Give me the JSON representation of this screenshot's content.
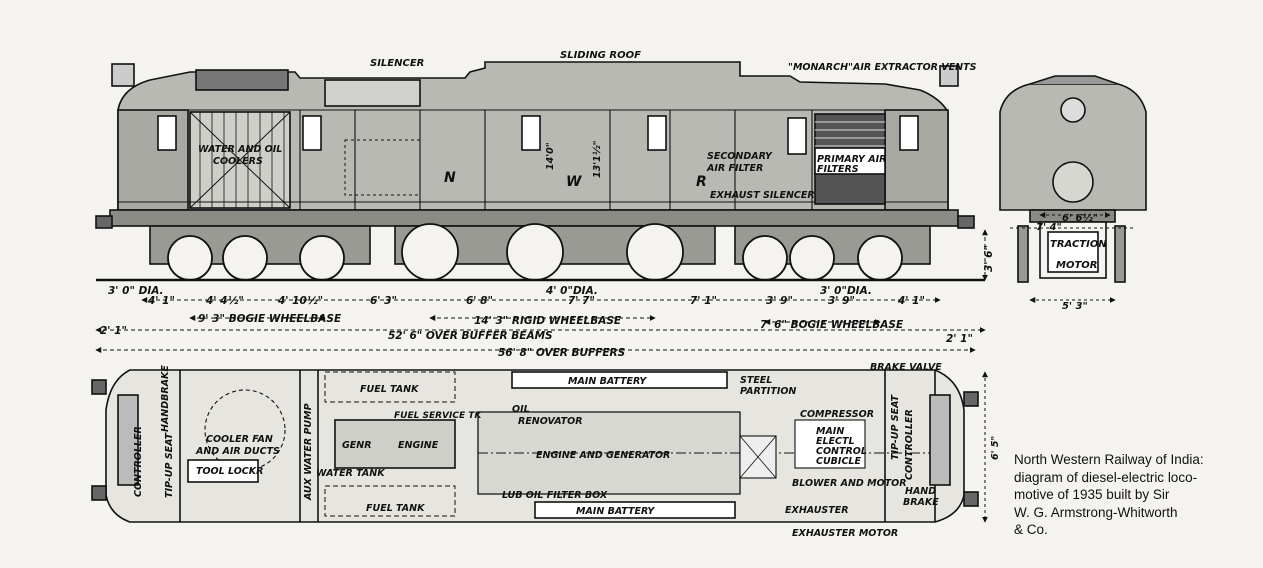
{
  "side_view": {
    "labels": {
      "silencer": "SILENCER",
      "sliding_roof": "SLIDING ROOF",
      "extractor_vent": "\"MONARCH\"AIR EXTRACTOR VENTS",
      "water_oil_coolers_1": "WATER AND OIL",
      "water_oil_coolers_2": "COOLERS",
      "secondary_filter_1": "SECONDARY",
      "secondary_filter_2": "AIR FILTER",
      "primary_filters_1": "PRIMARY AIR",
      "primary_filters_2": "FILTERS",
      "exhaust_silencer": "EXHAUST SILENCER",
      "height_1": "14'0\"",
      "height_2": "13'1½\"",
      "letter_n": "N",
      "letter_w": "W",
      "letter_r": "R"
    },
    "dimensions": {
      "wheel_dia_left": "3' 0\" DIA.",
      "wheel_dia_mid": "4' 0\"DIA.",
      "wheel_dia_right": "3' 0\"DIA.",
      "d_4_1_left": "4' 1\"",
      "d_4_4half": "4' 4½\"",
      "d_4_10half": "4' 10½\"",
      "d_6_3": "6' 3\"",
      "d_6_8": "6' 8\"",
      "d_7_7": "7' 7\"",
      "d_7_1": "7' 1\"",
      "d_3_9_a": "3' 9\"",
      "d_3_9_b": "3' 9\"",
      "d_4_1_right": "4' 1\"",
      "bogie_wb_left": "9' 3\" BOGIE WHEELBASE",
      "rigid_wb": "14' 3\" RIGID WHEELBASE",
      "bogie_wb_right": "7' 6\" BOGIE WHEELBASE",
      "end_left": "2' 1\"",
      "end_right": "2' 1\"",
      "over_buffer_beams": "52' 6\" OVER BUFFER BEAMS",
      "over_buffers": "56' 8\" OVER BUFFERS",
      "height_3_6": "3' 6\""
    }
  },
  "end_view": {
    "labels": {
      "traction": "TRACTION",
      "motor": "MOTOR",
      "dim_6_6half": "6' 6½\"",
      "dim_7_4": "7' 4\"",
      "dim_5_3": "5' 3\""
    }
  },
  "plan_view": {
    "labels": {
      "handbrake_left": "HANDBRAKE",
      "controller_left": "CONTROLLER",
      "tipup_left": "TIP-UP SEAT",
      "cooler_fan_1": "COOLER FAN",
      "cooler_fan_2": "AND AIR DUCTS",
      "tool_lock": "TOOL LOCKR",
      "aux_water_pump": "AUX WATER PUMP",
      "fuel_tank_top": "FUEL TANK",
      "fuel_tank_bottom": "FUEL TANK",
      "fuel_service_tank": "FUEL SERVICE TK",
      "genr": "GENR",
      "engine": "ENGINE",
      "water_tank": "WATER TANK",
      "oil_renovator_1": "OIL",
      "oil_renovator_2": "RENOVATOR",
      "main_battery_top": "MAIN BATTERY",
      "main_battery_bottom": "MAIN BATTERY",
      "engine_and_generator": "ENGINE AND GENERATOR",
      "lub_oil_filter_box": "LUB OIL FILTER BOX",
      "steel_partition_1": "STEEL",
      "steel_partition_2": "PARTITION",
      "brake_valve": "BRAKE VALVE",
      "compressor": "COMPRESSOR",
      "cubicle_1": "MAIN",
      "cubicle_2": "ELECTL",
      "cubicle_3": "CONTROL",
      "cubicle_4": "CUBICLE",
      "blower_motor": "BLOWER AND MOTOR",
      "exhauster": "EXHAUSTER",
      "exhauster_motor": "EXHAUSTER MOTOR",
      "tipup_right": "TIP-UP SEAT",
      "controller_right": "CONTROLLER",
      "hand_brake_1": "HAND",
      "hand_brake_2": "BRAKE",
      "width_6_5": "6' 5\""
    }
  },
  "caption": {
    "line1": "North Western Railway of India:",
    "line2": "diagram of diesel-electric loco-",
    "line3": "motive of 1935 built by Sir",
    "line4": "W. G. Armstrong-Whitworth",
    "line5": "& Co."
  },
  "colors": {
    "ink": "#111111",
    "paper": "#f4f3ef",
    "body_grey": "#b9b9b4"
  }
}
